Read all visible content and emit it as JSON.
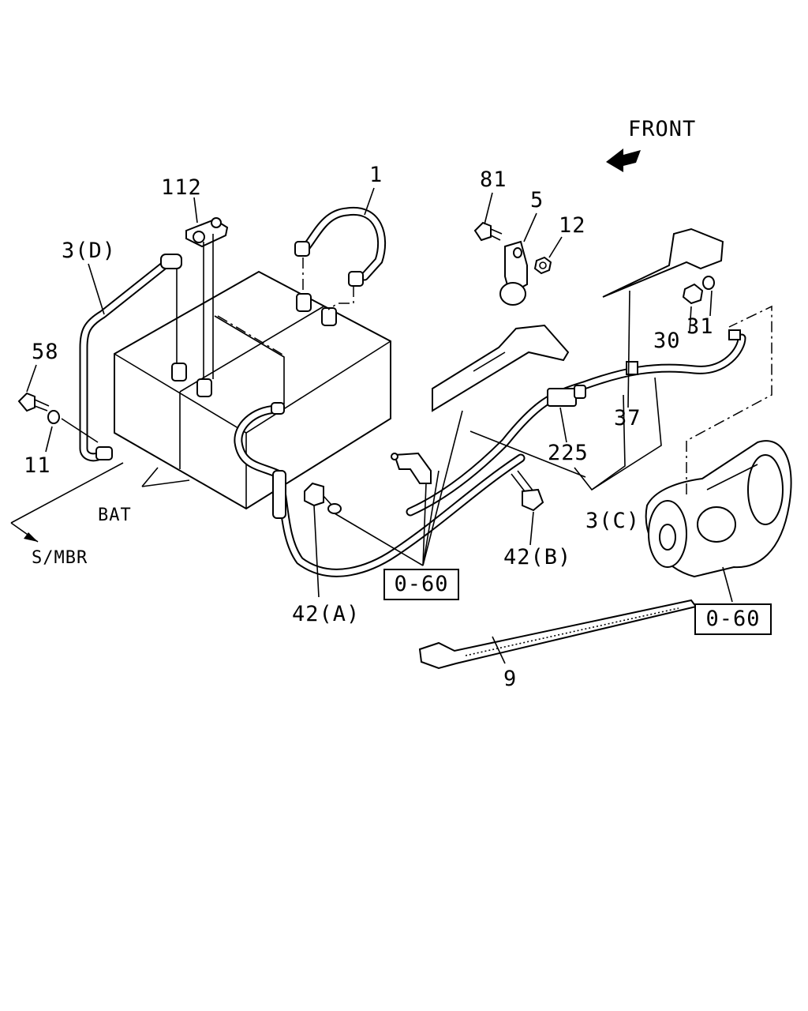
{
  "labels": {
    "front": "FRONT",
    "p112": "112",
    "p1": "1",
    "p81": "81",
    "p5": "5",
    "p12": "12",
    "p3d": "3(D)",
    "p58": "58",
    "p11": "11",
    "bat": "BAT",
    "smbr": "S/MBR",
    "p30": "30",
    "p31": "31",
    "p37": "37",
    "p225": "225",
    "p3c": "3(C)",
    "p42b": "42(B)",
    "p42a": "42(A)",
    "p9": "9"
  },
  "refs": {
    "left": "0-60",
    "right": "0-60"
  }
}
